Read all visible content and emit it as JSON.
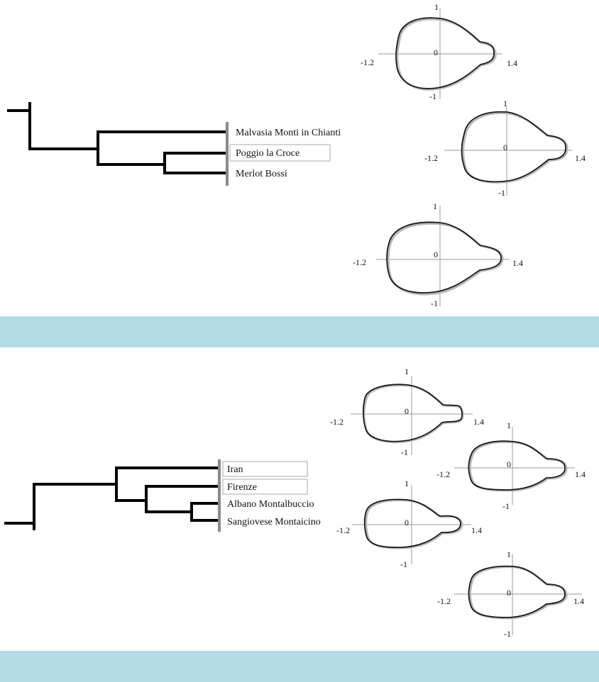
{
  "top_panel": {
    "leaves": [
      "Malvasia Monti in Chianti",
      "Poggio la Croce",
      "Merlot Bossi"
    ],
    "boxed_leaf": "Poggio la Croce",
    "axis_labels": {
      "top": "1",
      "bottom": "-1",
      "left": "-1.2",
      "right": "1.4",
      "origin": "0"
    }
  },
  "bottom_panel": {
    "leaves": [
      "Iran",
      "Firenze",
      "Albano Montalbuccio",
      "Sangiovese Montaicino"
    ],
    "boxed_leaves": [
      "Iran",
      "Firenze"
    ],
    "axis_labels": {
      "top": "1",
      "bottom": "-1",
      "left": "-1.2",
      "right": "1.4",
      "origin": "0"
    }
  },
  "colors": {
    "band": "#b5dce6",
    "tree": "#000000",
    "tip_bar": "#8a8a8a",
    "outline_dark": "#1a1a1a",
    "outline_light": "#b8b8b8"
  }
}
